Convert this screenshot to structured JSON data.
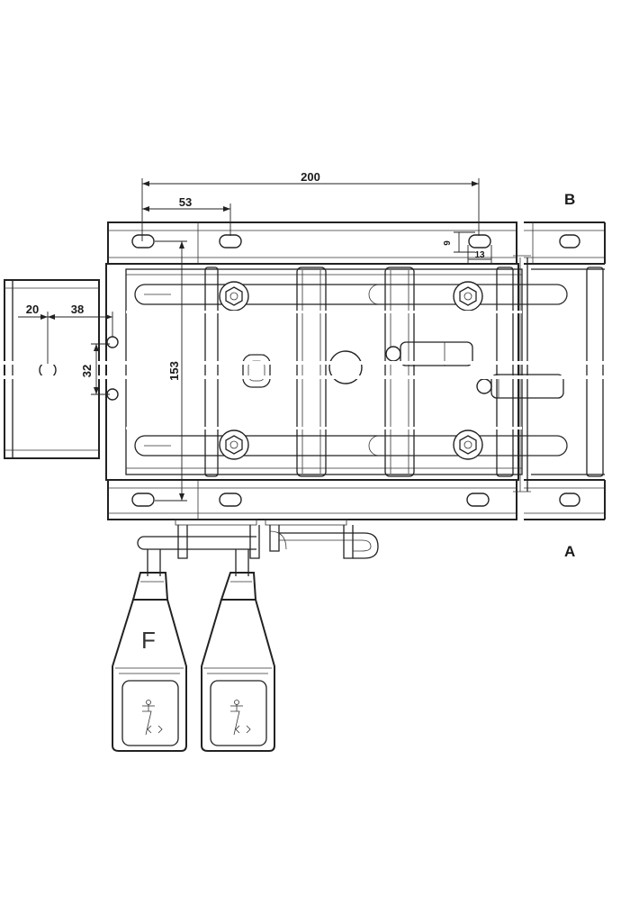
{
  "dimensions": {
    "d200": "200",
    "d53": "53",
    "d9": "9",
    "d13": "13",
    "d20": "20",
    "d38": "38",
    "d32": "32",
    "d153": "153"
  },
  "view_labels": {
    "b": "B",
    "a": "A"
  },
  "controls": {
    "left_letter": "F"
  }
}
